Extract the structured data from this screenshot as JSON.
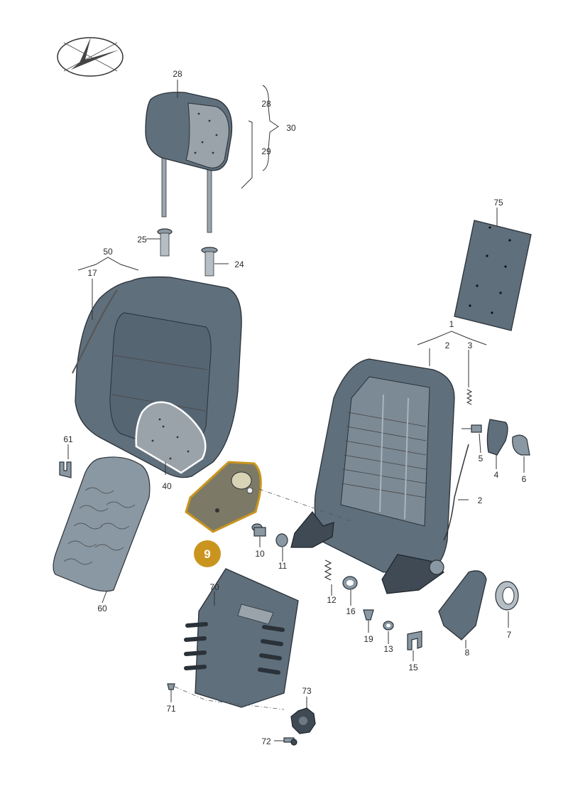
{
  "highlight": {
    "part_number": "9",
    "color": "#c9951f"
  },
  "parts": {
    "p1": "1",
    "p2a": "2",
    "p2b": "2",
    "p3": "3",
    "p4": "4",
    "p5": "5",
    "p6": "6",
    "p7": "7",
    "p8": "8",
    "p10": "10",
    "p11": "11",
    "p12": "12",
    "p13": "13",
    "p15": "15",
    "p16": "16",
    "p17": "17",
    "p19": "19",
    "p24": "24",
    "p25": "25",
    "p28a": "28",
    "p28b": "28",
    "p29": "29",
    "p30": "30",
    "p40": "40",
    "p50": "50",
    "p60": "60",
    "p61": "61",
    "p70": "70",
    "p71": "71",
    "p72": "72",
    "p73": "73",
    "p75": "75"
  },
  "colors": {
    "part_fill": "#5f6f7c",
    "part_light": "#8a98a3",
    "outline": "#2a3138"
  }
}
